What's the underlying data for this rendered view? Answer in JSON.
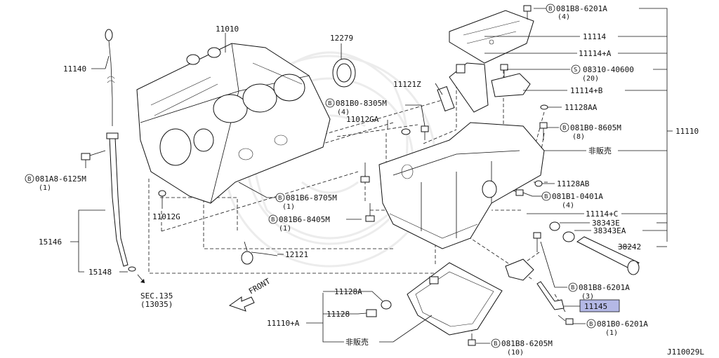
{
  "diagram": {
    "highlight_color": "#b4b8e6",
    "watermark_color": "#ececec",
    "figure_code": "J110029L",
    "labels": {
      "p11010": "11010",
      "p12279": "12279",
      "p11140": "11140",
      "p081A8_6125M": "081A8-6125M",
      "p081A8_6125M_qty": "(1)",
      "p15146": "15146",
      "p15148": "15148",
      "sec135": "SEC.135",
      "sec135_ref": "(13035)",
      "p11012G": "11012G",
      "p12121": "12121",
      "p11012GA": "11012GA",
      "p081B0_8305M": "081B0-8305M",
      "p081B0_8305M_qty": "(4)",
      "p11121Z": "11121Z",
      "p081B6_8705M": "081B6-8705M",
      "p081B6_8705M_qty": "(1)",
      "p081B6_8405M": "081B6-8405M",
      "p081B6_8405M_qty": "(1)",
      "front": "FRONT",
      "p081B8_6201A_top": "081B8-6201A",
      "p081B8_6201A_top_qty": "(4)",
      "p11114": "11114",
      "p11114A": "11114+A",
      "s08310_40600": "08310-40600",
      "s08310_40600_qty": "(20)",
      "p11114B": "11114+B",
      "p11128AA": "11128AA",
      "p081B0_8605M": "081B0-8605M",
      "p081B0_8605M_qty": "(8)",
      "hihanbai_1": "非販売",
      "p11110": "11110",
      "p11128AB": "11128AB",
      "p081B1_0401A": "081B1-0401A",
      "p081B1_0401A_qty": "(4)",
      "p11114C": "11114+C",
      "p38343E": "38343E",
      "p38343EA": "38343EA",
      "p38242": "38242",
      "p081B8_6201A_mid": "081B8-6201A",
      "p081B8_6201A_mid_qty": "(3)",
      "p11145": "11145",
      "p081B0_6201A": "081B0-6201A",
      "p081B0_6201A_qty": "(1)",
      "p11128A": "11128A",
      "p11128": "11128",
      "p11110A": "11110+A",
      "hihanbai_2": "非販売",
      "p081B8_6205M": "081B8-6205M",
      "p081B8_6205M_qty": "(10)",
      "bolt_prefix": "B",
      "screw_prefix": "S"
    }
  }
}
